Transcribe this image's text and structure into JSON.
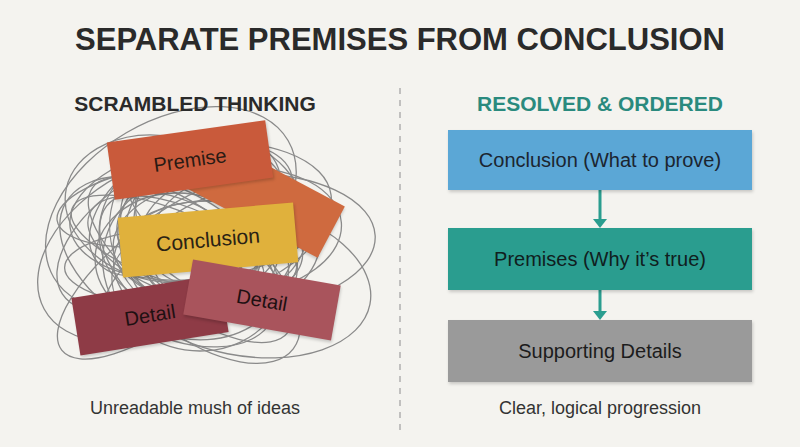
{
  "diagram": {
    "title": "SEPARATE PREMISES FROM CONCLUSION",
    "nodes": [
      {
        "text": [
          "Premise"
        ]
      },
      {
        "text": [
          "Conclusion"
        ]
      },
      {
        "text": [
          "Detail"
        ]
      },
      {
        "text": [
          "Detail"
        ]
      },
      {
        "text": [
          "Conclusion (What to prove)"
        ]
      },
      {
        "text": [
          "Premises (Why it’s true)"
        ]
      },
      {
        "text": [
          "Supporting Details"
        ]
      }
    ],
    "edges": [
      {
        "from": 4,
        "to": 5,
        "arrow": "to"
      },
      {
        "from": 5,
        "to": 6,
        "arrow": "to"
      }
    ],
    "labels": [
      "SCRAMBLED THINKING",
      "RESOLVED & ORDERED",
      "Unreadable mush of ideas",
      "Clear, logical progression"
    ]
  }
}
